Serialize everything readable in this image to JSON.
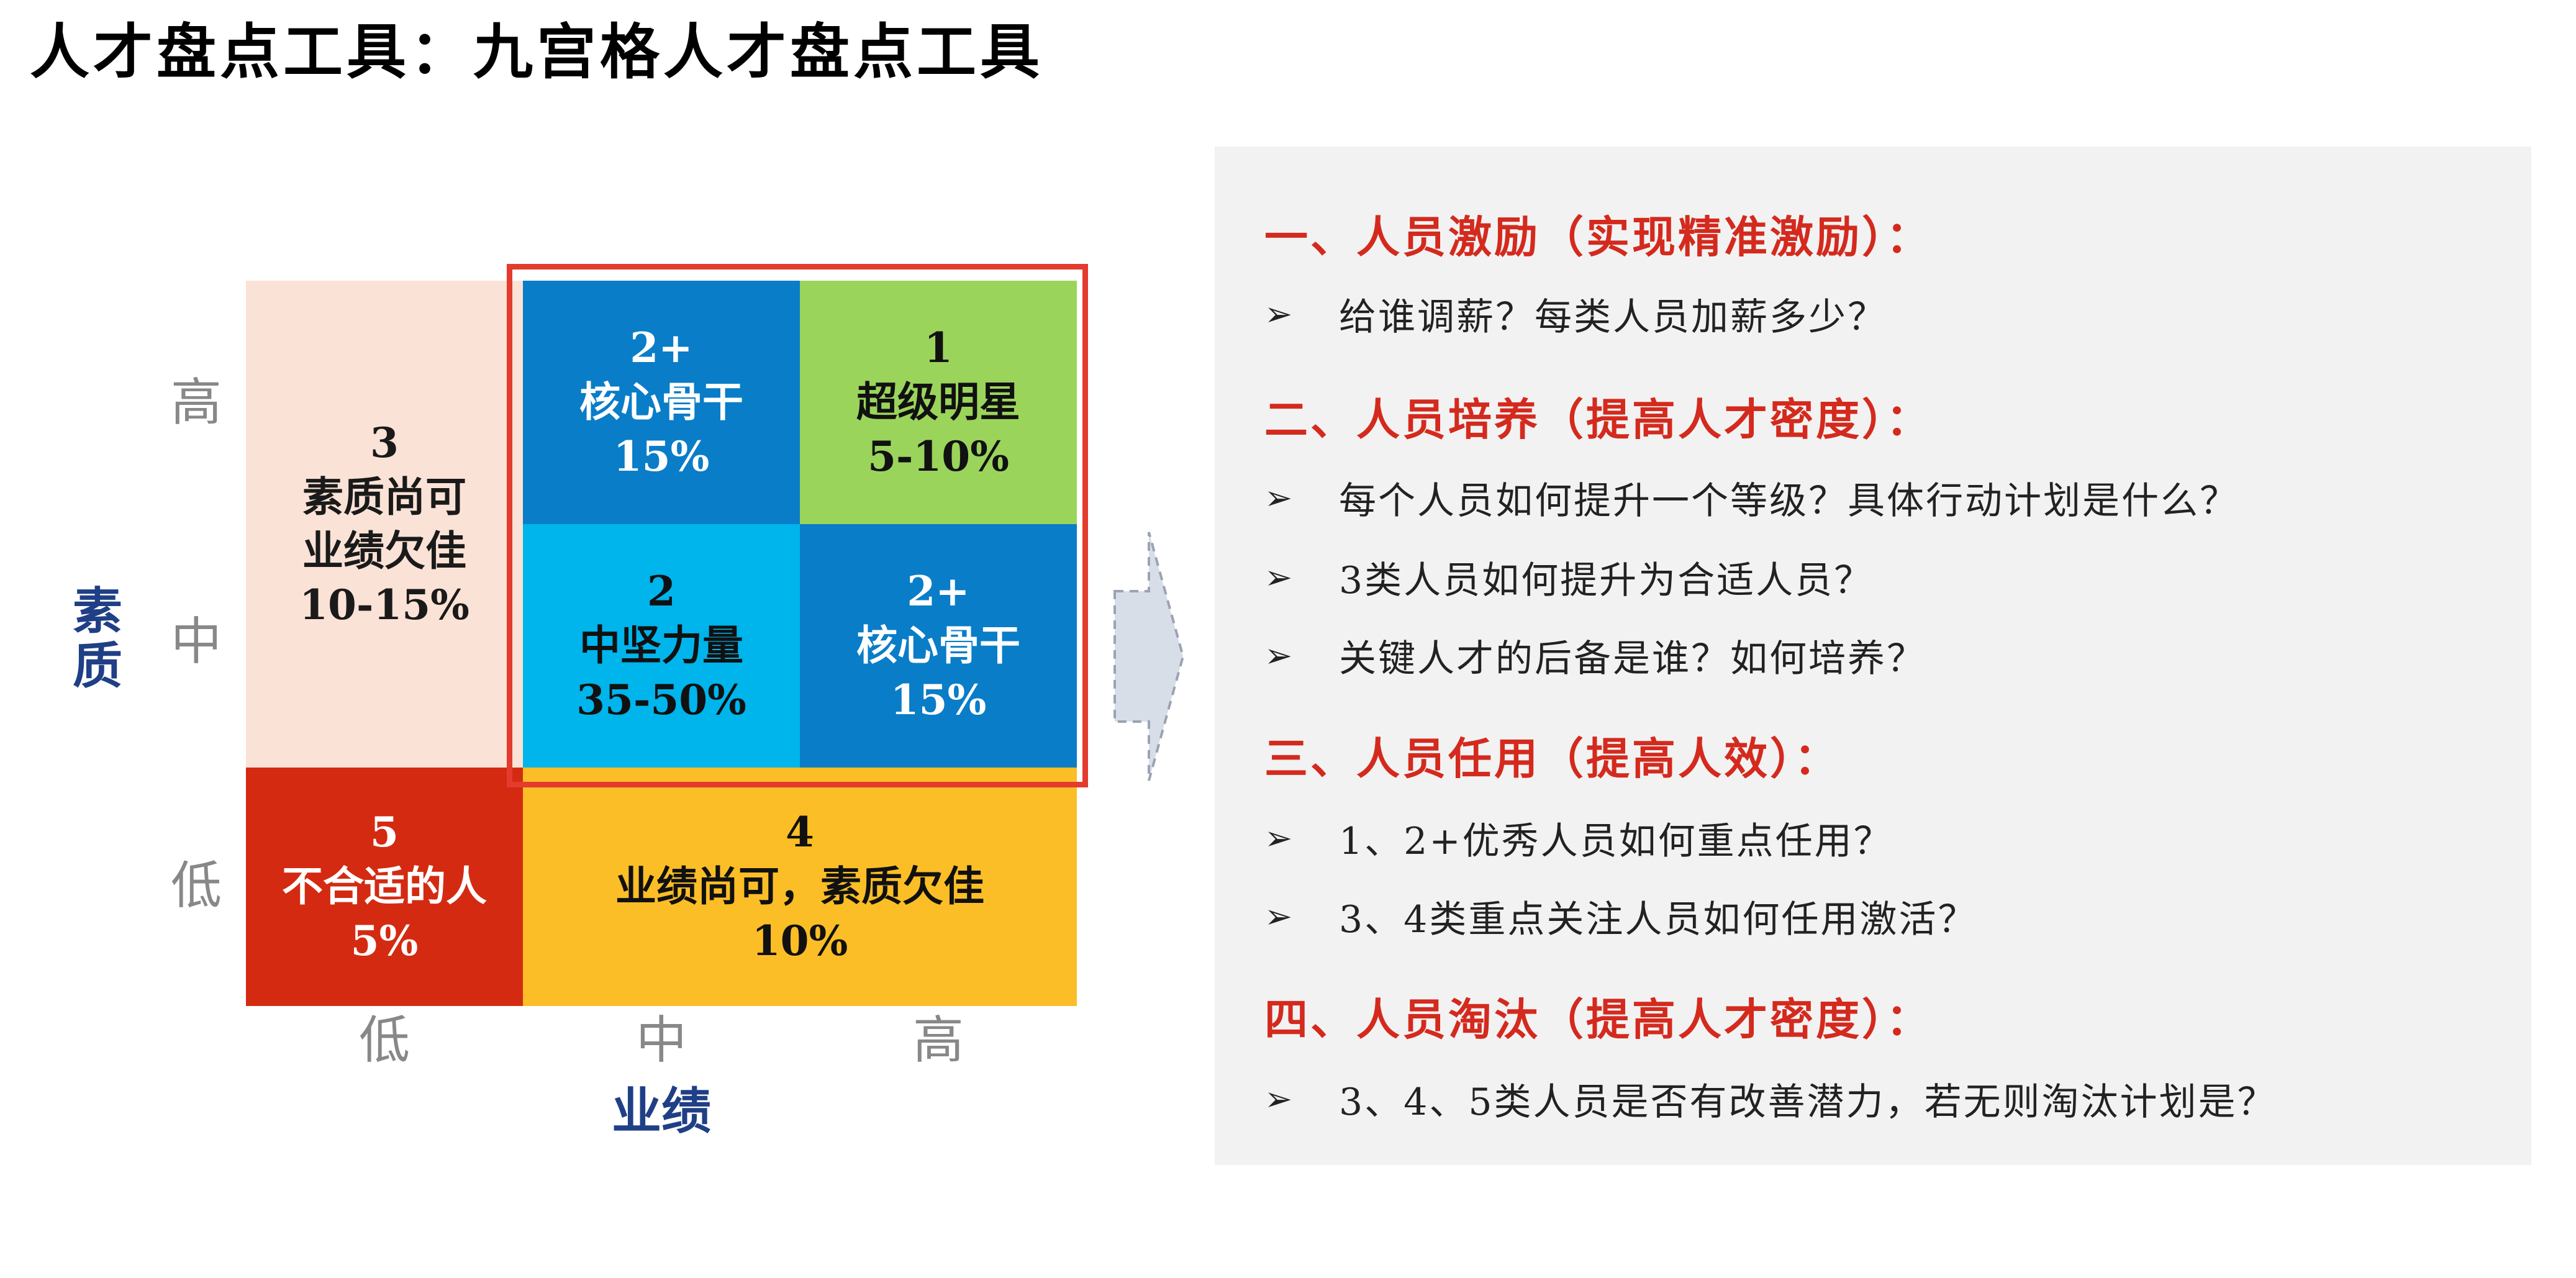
{
  "title": "人才盘点工具：九宫格人才盘点工具",
  "y_axis": {
    "name_line1": "素",
    "name_line2": "质",
    "ticks": [
      "高",
      "中",
      "低"
    ]
  },
  "x_axis": {
    "name": "业绩",
    "ticks": [
      "低",
      "中",
      "高"
    ]
  },
  "grid": {
    "cell_3": {
      "num": "3",
      "line1": "素质尚可",
      "line2": "业绩欠佳",
      "pct": "10-15%"
    },
    "cell_2plus_top": {
      "num": "2+",
      "label": "核心骨干",
      "pct": "15%"
    },
    "cell_1": {
      "num": "1",
      "label": "超级明星",
      "pct": "5-10%"
    },
    "cell_2": {
      "num": "2",
      "label": "中坚力量",
      "pct": "35-50%"
    },
    "cell_2plus_mid": {
      "num": "2+",
      "label": "核心骨干",
      "pct": "15%"
    },
    "cell_5": {
      "num": "5",
      "label": "不合适的人",
      "pct": "5%"
    },
    "cell_4": {
      "num": "4",
      "label": "业绩尚可，素质欠佳",
      "pct": "10%"
    }
  },
  "panel": {
    "sections": [
      {
        "heading": "一、人员激励（实现精准激励）：",
        "bullets": [
          "给谁调薪？每类人员加薪多少？"
        ]
      },
      {
        "heading": "二、人员培养（提高人才密度）：",
        "bullets": [
          "每个人员如何提升一个等级？具体行动计划是什么？",
          "3类人员如何提升为合适人员？",
          "关键人才的后备是谁？如何培养？"
        ]
      },
      {
        "heading": "三、人员任用（提高人效）：",
        "bullets": [
          "1、2+优秀人员如何重点任用？",
          "3、4类重点关注人员如何任用激活？"
        ]
      },
      {
        "heading": "四、人员淘汰（提高人才密度）：",
        "bullets": [
          "3、4、5类人员是否有改善潜力，若无则淘汰计划是？"
        ]
      }
    ],
    "bullet_mark": "➢"
  },
  "colors": {
    "peach": "#FBE2D6",
    "blue_dark": "#0A7DC8",
    "green": "#9BD45B",
    "cyan": "#00B4EC",
    "red": "#D42A12",
    "yellow": "#FCBE26",
    "frame_red": "#E33B2E",
    "axis_blue": "#1F3F86",
    "heading_red": "#D42A1E"
  }
}
